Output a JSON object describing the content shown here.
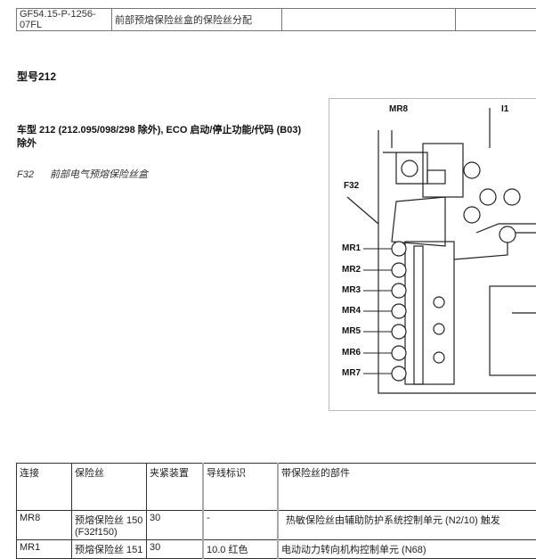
{
  "header": {
    "doc_id": "GF54.15-P-1256-07FL",
    "title": "前部预熔保险丝盒的保险丝分配"
  },
  "model_heading": "型号212",
  "subtitle": "车型 212 (212.095/098/298 除外), ECO 启动/停止功能/代码 (B03) 除外",
  "legend": {
    "code": "F32",
    "desc": "前部电气预熔保险丝盒"
  },
  "figure": {
    "labels": [
      "MR8",
      "I1",
      "F32",
      "MR1",
      "MR2",
      "MR3",
      "MR4",
      "MR5",
      "MR6",
      "MR7"
    ]
  },
  "table": {
    "headers": [
      "连接",
      "保险丝",
      "夹紧装置",
      "导线标识",
      "带保险丝的部件"
    ],
    "rows": [
      [
        "MR8",
        "预熔保险丝 150 (F32f150)",
        "30",
        "-",
        "热敏保险丝由辅助防护系统控制单元 (N2/10) 触发"
      ],
      [
        "MR1",
        "预熔保险丝 151",
        "30",
        "10.0 红色",
        "电动动力转向机构控制单元 (N68)"
      ]
    ]
  }
}
